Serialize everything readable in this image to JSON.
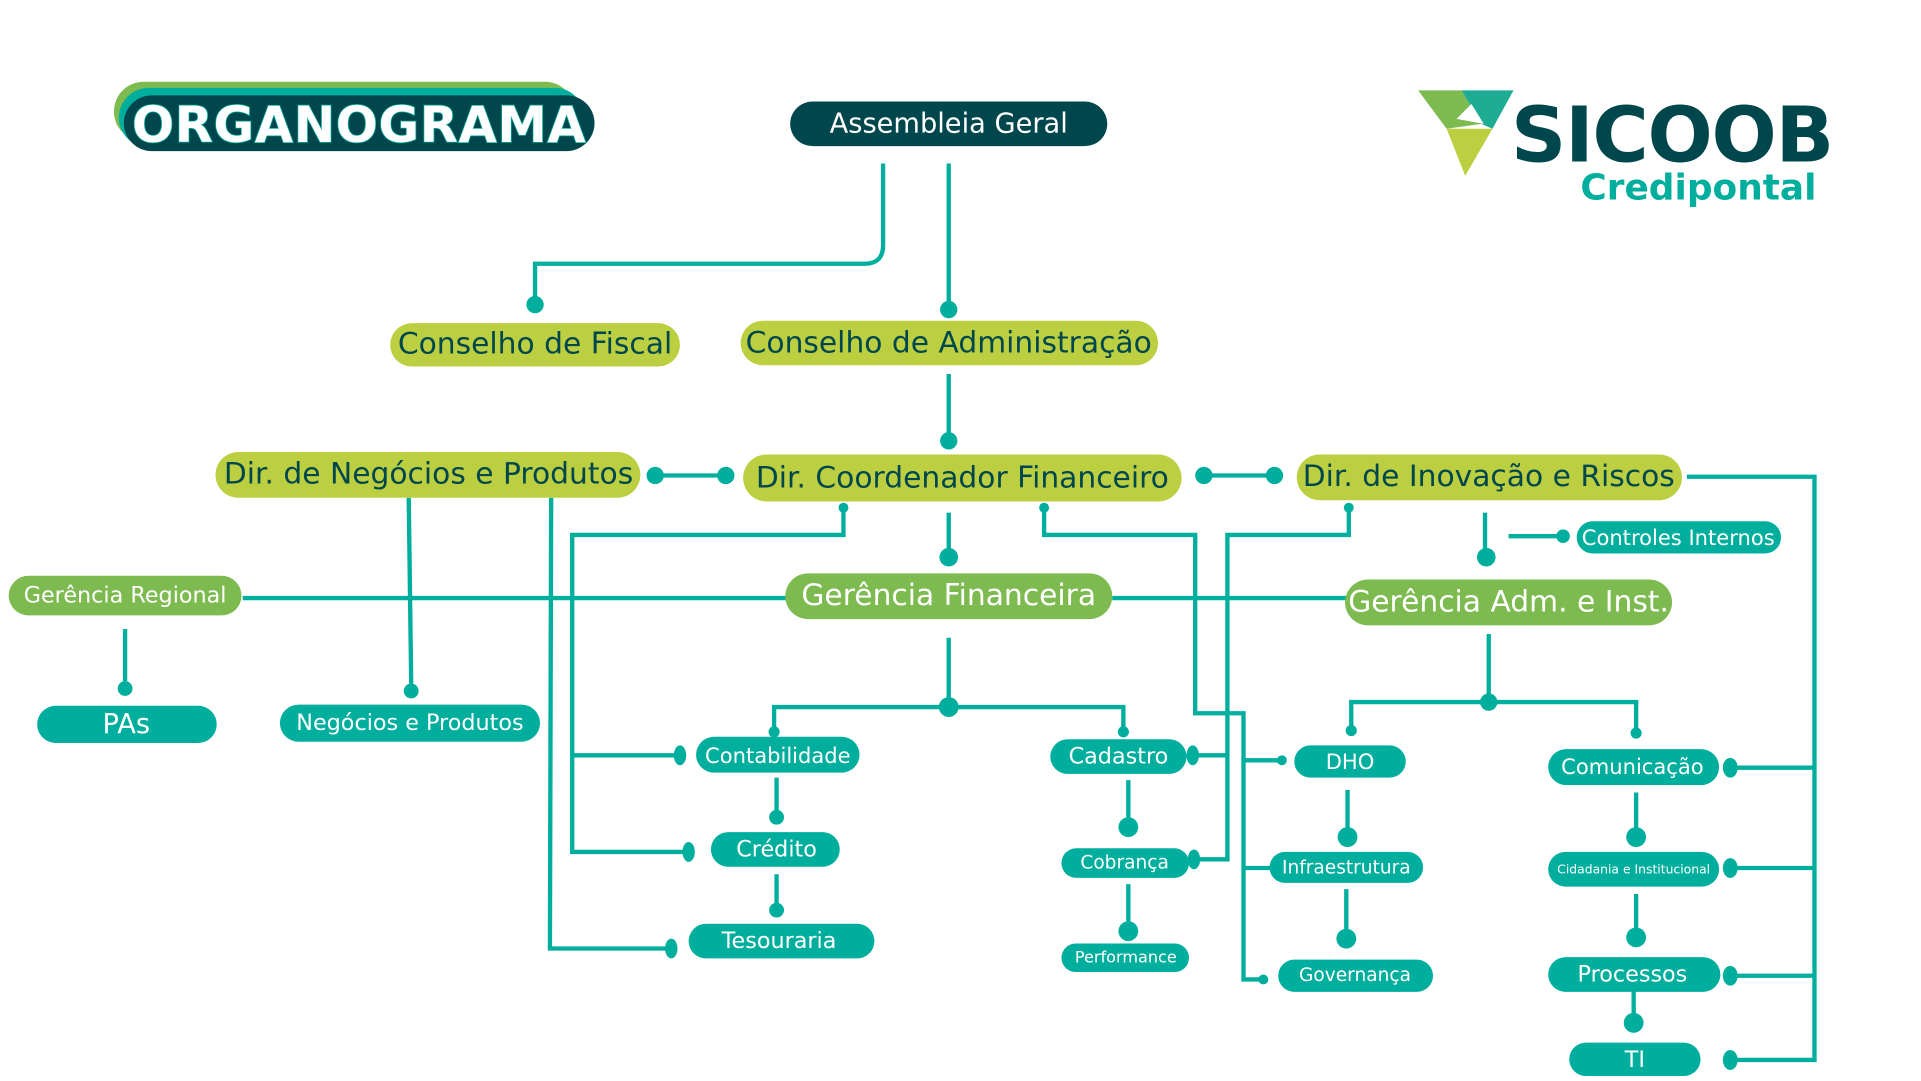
{
  "header": {
    "title": "ORGANOGRAMA",
    "logo_name": "SICOOB",
    "logo_subtitle": "Credipontal"
  },
  "colors": {
    "dark_teal": "#00474d",
    "teal": "#00ae9d",
    "lime": "#bccf40",
    "green": "#7dbb51",
    "white": "#ffffff"
  },
  "nodes": {
    "assembleia": "Assembleia Geral",
    "conselho_fiscal": "Conselho de Fiscal",
    "conselho_admin": "Conselho de Administração",
    "dir_negocios": "Dir. de Negócios e Produtos",
    "dir_coord_fin": "Dir. Coordenador Financeiro",
    "dir_inovacao": "Dir. de Inovação e Riscos",
    "gerencia_regional": "Gerência Regional",
    "gerencia_financeira": "Gerência Financeira",
    "gerencia_adm": "Gerência Adm. e Inst.",
    "controles_internos": "Controles Internos",
    "pas": "PAs",
    "negocios_produtos": "Negócios e Produtos",
    "contabilidade": "Contabilidade",
    "credito": "Crédito",
    "tesouraria": "Tesouraria",
    "cadastro": "Cadastro",
    "cobranca": "Cobrança",
    "performance": "Performance",
    "dho": "DHO",
    "infraestrutura": "Infraestrutura",
    "governanca": "Governança",
    "comunicacao": "Comunicação",
    "cidadania": "Cidadania e Institucional",
    "processos": "Processos",
    "ti": "TI"
  },
  "edges": [
    {
      "from": "assembleia",
      "to": "conselho_fiscal"
    },
    {
      "from": "assembleia",
      "to": "conselho_admin"
    },
    {
      "from": "conselho_admin",
      "to": "dir_coord_fin"
    },
    {
      "from": "dir_coord_fin",
      "to": "dir_negocios"
    },
    {
      "from": "dir_coord_fin",
      "to": "dir_inovacao"
    },
    {
      "from": "dir_coord_fin",
      "to": "gerencia_financeira"
    },
    {
      "from": "dir_inovacao",
      "to": "gerencia_adm"
    },
    {
      "from": "dir_inovacao",
      "to": "controles_internos"
    },
    {
      "from": "gerencia_regional",
      "to": "pas"
    },
    {
      "from": "dir_negocios",
      "to": "negocios_produtos"
    },
    {
      "from": "dir_negocios",
      "to": "tesouraria"
    },
    {
      "from": "dir_coord_fin",
      "to": "contabilidade"
    },
    {
      "from": "dir_coord_fin",
      "to": "credito"
    },
    {
      "from": "dir_coord_fin",
      "to": "dho"
    },
    {
      "from": "dir_coord_fin",
      "to": "infraestrutura"
    },
    {
      "from": "dir_coord_fin",
      "to": "governanca"
    },
    {
      "from": "dir_inovacao",
      "to": "cadastro"
    },
    {
      "from": "dir_inovacao",
      "to": "cobranca"
    },
    {
      "from": "dir_inovacao",
      "to": "comunicacao"
    },
    {
      "from": "dir_inovacao",
      "to": "cidadania"
    },
    {
      "from": "dir_inovacao",
      "to": "processos"
    },
    {
      "from": "dir_inovacao",
      "to": "ti"
    },
    {
      "from": "gerencia_financeira",
      "to": "contabilidade"
    },
    {
      "from": "gerencia_financeira",
      "to": "cadastro"
    },
    {
      "from": "contabilidade",
      "to": "credito"
    },
    {
      "from": "credito",
      "to": "tesouraria"
    },
    {
      "from": "cadastro",
      "to": "cobranca"
    },
    {
      "from": "cobranca",
      "to": "performance"
    },
    {
      "from": "gerencia_adm",
      "to": "dho"
    },
    {
      "from": "gerencia_adm",
      "to": "comunicacao"
    },
    {
      "from": "dho",
      "to": "infraestrutura"
    },
    {
      "from": "infraestrutura",
      "to": "governanca"
    },
    {
      "from": "comunicacao",
      "to": "cidadania"
    },
    {
      "from": "cidadania",
      "to": "processos"
    },
    {
      "from": "processos",
      "to": "ti"
    },
    {
      "from": "gerencia_regional",
      "to": "gerencia_financeira"
    },
    {
      "from": "gerencia_financeira",
      "to": "gerencia_adm"
    }
  ]
}
